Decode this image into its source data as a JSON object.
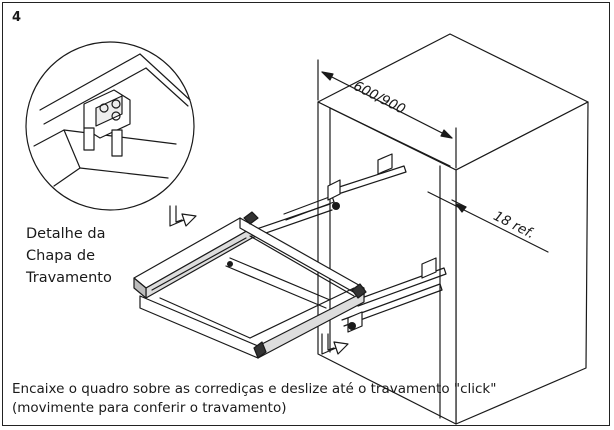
{
  "step_number": "4",
  "dimensions": {
    "width_label": "600/900",
    "depth_label": "18 ref."
  },
  "detail_label": [
    "Detalhe da",
    "Chapa de",
    "Travamento"
  ],
  "instructions": [
    "Encaixe o quadro sobre as corrediças e deslize até o travamento \"click\"",
    "(movimente para conferir o travamento)"
  ]
}
